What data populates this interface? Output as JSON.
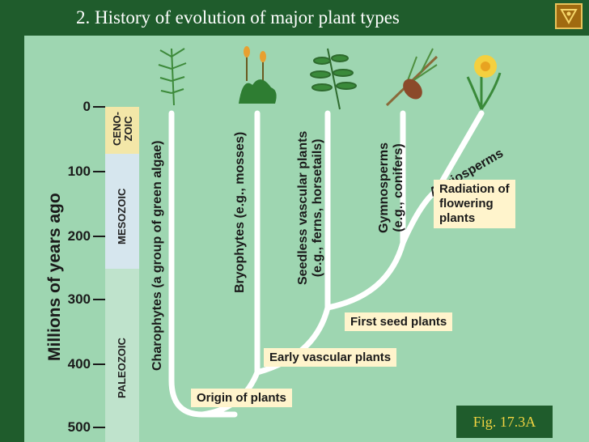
{
  "header": {
    "title": "2. History of evolution of major plant types"
  },
  "axis": {
    "title": "Millions of years ago",
    "ticks": [
      "0",
      "100",
      "200",
      "300",
      "400",
      "500"
    ]
  },
  "eras": [
    {
      "name": "CENO-\nZOIC",
      "color": "#f3e7a8"
    },
    {
      "name": "MESOZOIC",
      "color": "#d6e6ee"
    },
    {
      "name": "PALEOZOIC",
      "color": "#bfe3cc"
    }
  ],
  "lineages": [
    {
      "label": "Charophytes (a group of green algae)"
    },
    {
      "label": "Bryophytes (e.g., mosses)"
    },
    {
      "label": "Seedless vascular plants\n(e.g., ferns, horsetails)"
    },
    {
      "label": "Gymnosperms\n(e.g., conifers)"
    },
    {
      "label": "Angiosperms"
    }
  ],
  "events": [
    {
      "label": "Origin of plants"
    },
    {
      "label": "Early vascular plants"
    },
    {
      "label": "First seed plants"
    },
    {
      "label": "Radiation of\nflowering\nplants"
    }
  ],
  "figure_label": "Fig. 17.3A",
  "colors": {
    "background": "#1f5c2c",
    "panel": "#9ed6b1",
    "event_box": "#fff4cc",
    "fig_text": "#f1d341"
  }
}
